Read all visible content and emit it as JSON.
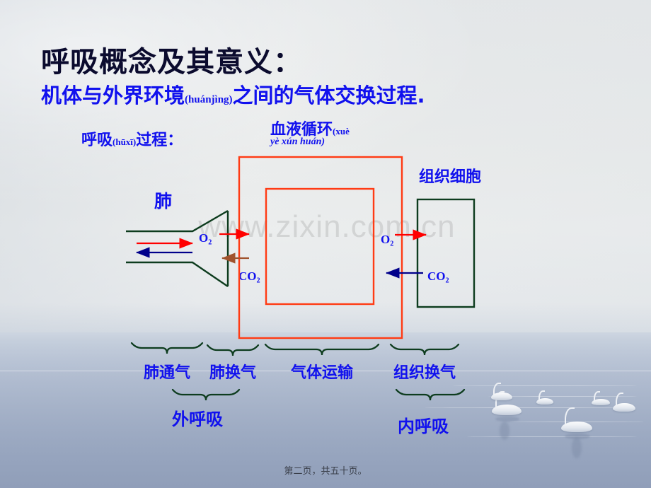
{
  "slide": {
    "title": "呼吸概念及其意义：",
    "subtitle_before": "机体与外界环境",
    "subtitle_pinyin": "(huánjìng)",
    "subtitle_after": "之间的气体交换过程."
  },
  "labels": {
    "process": "呼吸",
    "process_pinyin": "(hūxī)",
    "process_after": "过程：",
    "blood": "血液循环",
    "blood_pinyin_1": "(xuè",
    "blood_pinyin_2": "yè xún huán)",
    "tissue": "组织细胞",
    "lung": "肺"
  },
  "gases": {
    "o2_lung": "O₂",
    "co2_lung": "CO₂",
    "o2_tissue": "O₂",
    "co2_tissue": "CO₂"
  },
  "steps": [
    {
      "label": "肺通气"
    },
    {
      "label": "肺换气"
    },
    {
      "label": "气体运输"
    },
    {
      "label": "组织换气"
    }
  ],
  "respiration": [
    {
      "label": "外呼吸"
    },
    {
      "label": "内呼吸"
    }
  ],
  "watermark": "www.zixin.com.cn",
  "footer": "第二页，共五十页。",
  "colors": {
    "title": "#0b0b2e",
    "blue_text": "#1111ee",
    "red_box": "#ff3b14",
    "dark_green": "#0d3c1e",
    "arrow_red": "#ff0000",
    "arrow_blue": "#00008b",
    "arrow_brown": "#a0522d"
  }
}
